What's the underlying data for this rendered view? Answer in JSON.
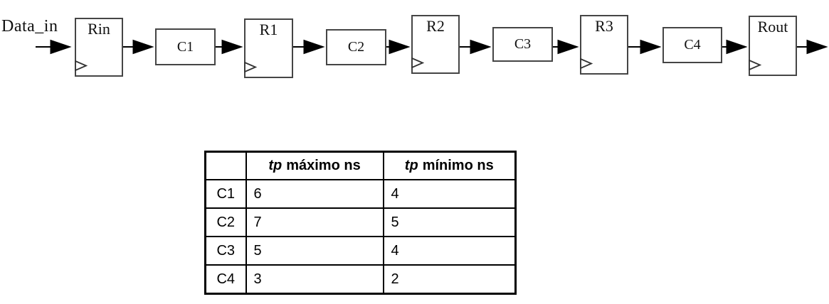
{
  "diagram": {
    "input_label": "Data_in",
    "registers": [
      {
        "label": "Rin"
      },
      {
        "label": "R1"
      },
      {
        "label": "R2"
      },
      {
        "label": "R3"
      },
      {
        "label": "Rout"
      }
    ],
    "blocks": [
      {
        "label": "C1"
      },
      {
        "label": "C2"
      },
      {
        "label": "C3"
      },
      {
        "label": "C4"
      }
    ]
  },
  "table": {
    "corner_header": "",
    "col1_header": {
      "italic": "tp",
      "rest": "máximo ns"
    },
    "col2_header": {
      "italic": "tp",
      "rest": "mínimo ns"
    },
    "rows": [
      [
        "C1",
        "6",
        "4"
      ],
      [
        "C2",
        "7",
        "5"
      ],
      [
        "C3",
        "5",
        "4"
      ],
      [
        "C4",
        "3",
        "2"
      ]
    ]
  }
}
